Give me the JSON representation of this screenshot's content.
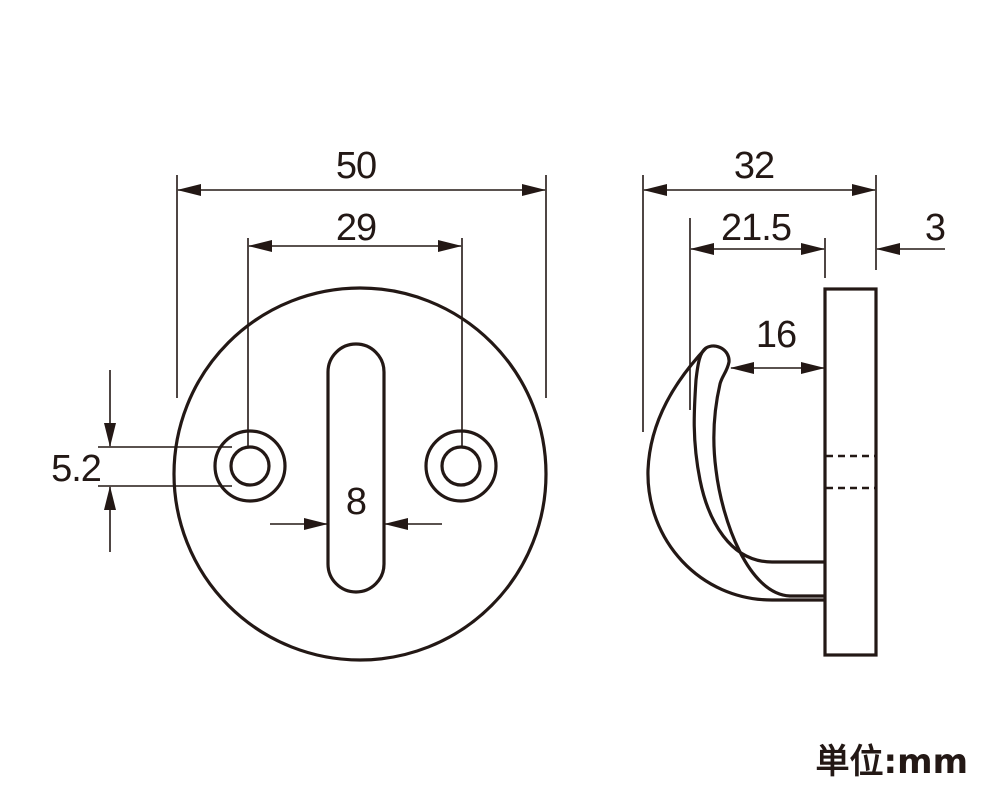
{
  "front_view": {
    "dimensions": {
      "outer_diameter": "50",
      "hole_pitch": "29",
      "slot_width": "8",
      "hole_diameter": "5.2"
    }
  },
  "side_view": {
    "dimensions": {
      "total_depth": "32",
      "hook_depth": "21.5",
      "plate_thickness": "3",
      "hook_opening": "16"
    }
  },
  "unit_label": "単位:mm",
  "line_color": "#231815"
}
